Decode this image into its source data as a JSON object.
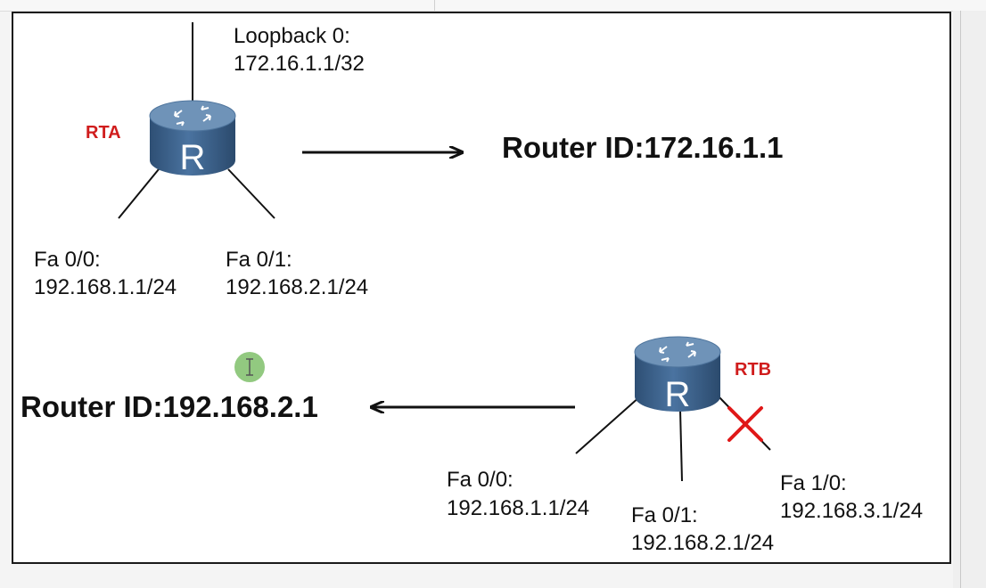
{
  "colors": {
    "router_body": "#3d6187",
    "router_top": "#6f93b8",
    "router_name": "#d01d1d",
    "x_mark": "#e01818",
    "cursor": "#7fbf6a"
  },
  "rta": {
    "name": "RTA",
    "loopback_label": "Loopback 0:",
    "loopback_ip": "172.16.1.1/32",
    "fa00_label": "Fa 0/0:",
    "fa00_ip": "192.168.1.1/24",
    "fa01_label": "Fa 0/1:",
    "fa01_ip": "192.168.2.1/24",
    "router_id": "Router ID:172.16.1.1",
    "router_letter": "R"
  },
  "rtb": {
    "name": "RTB",
    "fa00_label": "Fa 0/0:",
    "fa00_ip": "192.168.1.1/24",
    "fa01_label": "Fa 0/1:",
    "fa01_ip": "192.168.2.1/24",
    "fa10_label": "Fa 1/0:",
    "fa10_ip": "192.168.3.1/24",
    "router_id": "Router ID:192.168.2.1",
    "router_letter": "R"
  }
}
